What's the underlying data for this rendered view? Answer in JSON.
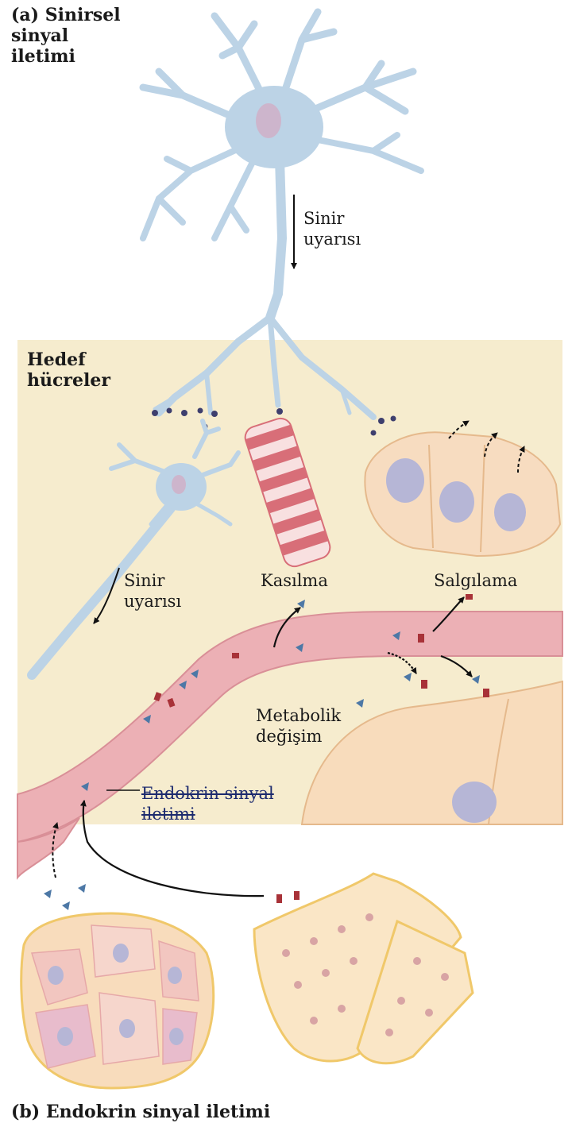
{
  "panel_a": {
    "title": "(a)  Sinirsel\n       sinyal\n       iletimi"
  },
  "panel_b": {
    "title": "(b)  Endokrin sinyal iletimi"
  },
  "labels": {
    "target_cells": "Hedef\nhücreler",
    "nerve_impulse_top": "Sinir\nuyarısı",
    "nerve_impulse_left": "Sinir\nuyarısı",
    "contraction": "Kasılma",
    "secretion": "Salgılama",
    "metabolic_change": "Metabolik\ndeğişim",
    "endocrine_signaling": "Endokrin sinyal\niletimi"
  },
  "colors": {
    "background_box": "#f6ecce",
    "neuron": "#bcd3e6",
    "neuron_nucleus": "#cdb5cc",
    "blood_vessel": "#ecb0b5",
    "blood_vessel_edge": "#d98f97",
    "muscle_stripe": "#d86e78",
    "gland_cell": "#f7dcc0",
    "gland_nucleus": "#b6b6d6",
    "hormone_blue": "#4d78a6",
    "hormone_red": "#a83238",
    "arrow": "#111111"
  }
}
